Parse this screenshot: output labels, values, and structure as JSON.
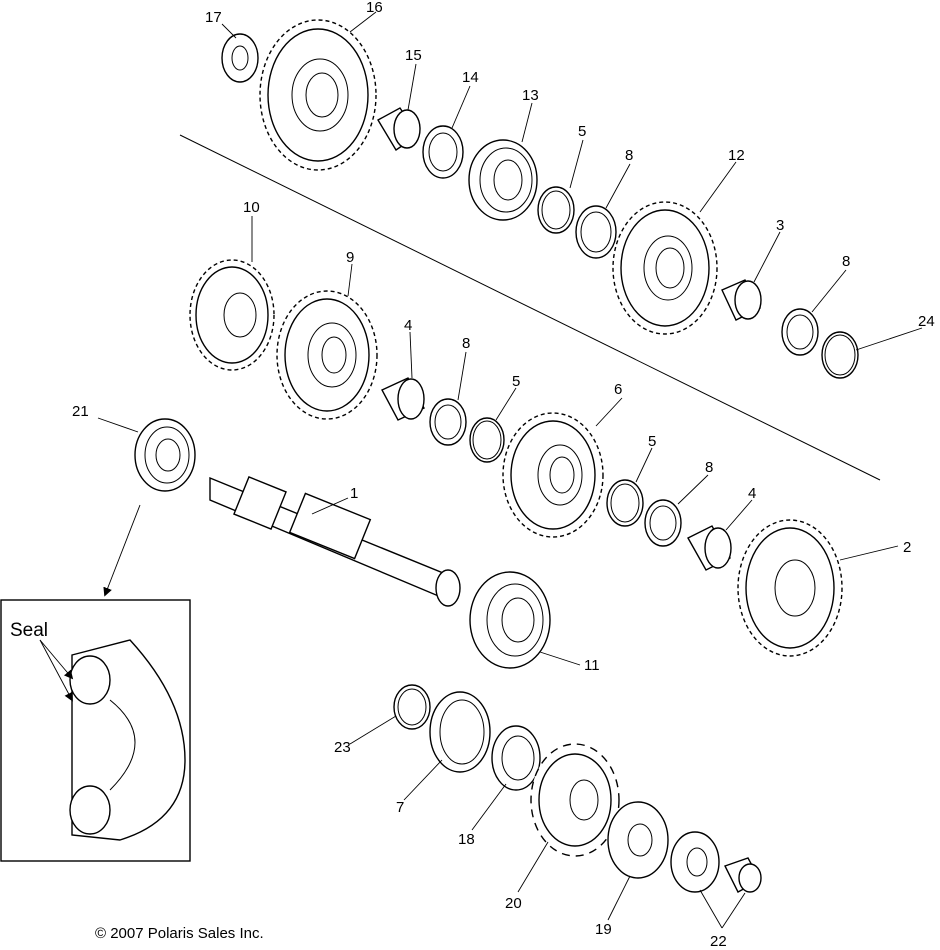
{
  "copyright": "© 2007 Polaris Sales Inc.",
  "inset_label": "Seal",
  "callouts": [
    {
      "id": "c17",
      "label": "17"
    },
    {
      "id": "c16",
      "label": "16"
    },
    {
      "id": "c15",
      "label": "15"
    },
    {
      "id": "c14",
      "label": "14"
    },
    {
      "id": "c13",
      "label": "13"
    },
    {
      "id": "c5a",
      "label": "5"
    },
    {
      "id": "c8a",
      "label": "8"
    },
    {
      "id": "c12",
      "label": "12"
    },
    {
      "id": "c3",
      "label": "3"
    },
    {
      "id": "c8b",
      "label": "8"
    },
    {
      "id": "c24",
      "label": "24"
    },
    {
      "id": "c10",
      "label": "10"
    },
    {
      "id": "c9",
      "label": "9"
    },
    {
      "id": "c4a",
      "label": "4"
    },
    {
      "id": "c8c",
      "label": "8"
    },
    {
      "id": "c5b",
      "label": "5"
    },
    {
      "id": "c6",
      "label": "6"
    },
    {
      "id": "c21",
      "label": "21"
    },
    {
      "id": "c1",
      "label": "1"
    },
    {
      "id": "c5c",
      "label": "5"
    },
    {
      "id": "c8d",
      "label": "8"
    },
    {
      "id": "c4b",
      "label": "4"
    },
    {
      "id": "c2",
      "label": "2"
    },
    {
      "id": "c11",
      "label": "11"
    },
    {
      "id": "c23",
      "label": "23"
    },
    {
      "id": "c7",
      "label": "7"
    },
    {
      "id": "c18",
      "label": "18"
    },
    {
      "id": "c20",
      "label": "20"
    },
    {
      "id": "c19",
      "label": "19"
    },
    {
      "id": "c22",
      "label": "22"
    }
  ]
}
